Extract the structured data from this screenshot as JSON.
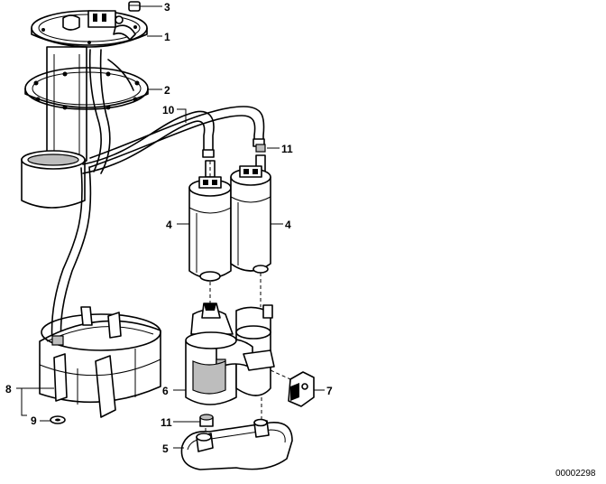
{
  "callouts": [
    {
      "id": "c1",
      "text": "1"
    },
    {
      "id": "c2",
      "text": "2"
    },
    {
      "id": "c3",
      "text": "3"
    },
    {
      "id": "c4a",
      "text": "4"
    },
    {
      "id": "c4b",
      "text": "4"
    },
    {
      "id": "c5",
      "text": "5"
    },
    {
      "id": "c6",
      "text": "6"
    },
    {
      "id": "c7",
      "text": "7"
    },
    {
      "id": "c8",
      "text": "8"
    },
    {
      "id": "c9",
      "text": "9"
    },
    {
      "id": "c10",
      "text": "10"
    },
    {
      "id": "c11a",
      "text": "11"
    },
    {
      "id": "c11b",
      "text": "11"
    }
  ],
  "drawing_number": "00002298"
}
